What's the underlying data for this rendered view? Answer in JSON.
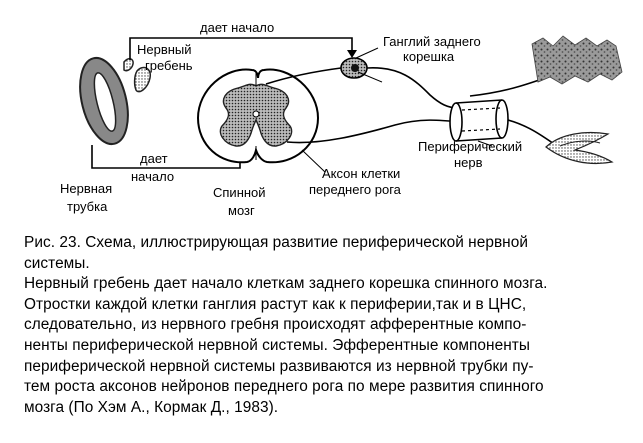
{
  "diagram": {
    "labels": {
      "gives_rise_top": "дает начало",
      "neural_crest": [
        "Нервный",
        "гребень"
      ],
      "dorsal_root_ganglion": [
        "Ганглий заднего",
        "корешка"
      ],
      "gives_rise_bottom": [
        "дает",
        "начало"
      ],
      "neural_tube": [
        "Нервная",
        "трубка"
      ],
      "spinal_cord": [
        "Спинной",
        "мозг"
      ],
      "ventral_horn_axon": [
        "Аксон клетки",
        "переднего рога"
      ],
      "peripheral_nerve": [
        "Периферический",
        "нерв"
      ]
    }
  },
  "caption": {
    "lines": [
      "Рис. 23. Схема, иллюстрирующая развитие периферической нервной",
      "системы.",
      "Нервный гребень дает начало клеткам заднего корешка спинного мозга.",
      "Отростки каждой клетки ганглия растут как к периферии,так и в ЦНС,",
      "следовательно, из нервного гребня происходят афферентные компо-",
      "ненты периферической нервной системы. Эфферентные компоненты",
      "периферической нервной системы развиваются из нервной трубки пу-",
      "тем роста аксонов нейронов переднего рога по мере развития спинного",
      "мозга (По Хэм А., Кормак Д., 1983)."
    ]
  }
}
